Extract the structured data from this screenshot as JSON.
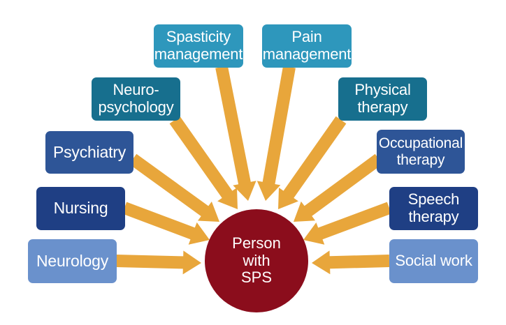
{
  "center": {
    "label": "Person\nwith\nSPS",
    "color": "#8b0d1c"
  },
  "arrow_color": "#e8a63b",
  "specialties": [
    {
      "label": "Neurology",
      "color": "#6a91cc"
    },
    {
      "label": "Nursing",
      "color": "#1f3f84"
    },
    {
      "label": "Psychiatry",
      "color": "#2e5597"
    },
    {
      "label": "Neuro-\npsychology",
      "color": "#176f8e"
    },
    {
      "label": "Spasticity\nmanagement",
      "color": "#2e97bc"
    },
    {
      "label": "Pain\nmanagement",
      "color": "#2e97bc"
    },
    {
      "label": "Physical\ntherapy",
      "color": "#176f8e"
    },
    {
      "label": "Occupational\ntherapy",
      "color": "#2e5597"
    },
    {
      "label": "Speech\ntherapy",
      "color": "#1f3f84"
    },
    {
      "label": "Social work",
      "color": "#6a91cc"
    }
  ]
}
